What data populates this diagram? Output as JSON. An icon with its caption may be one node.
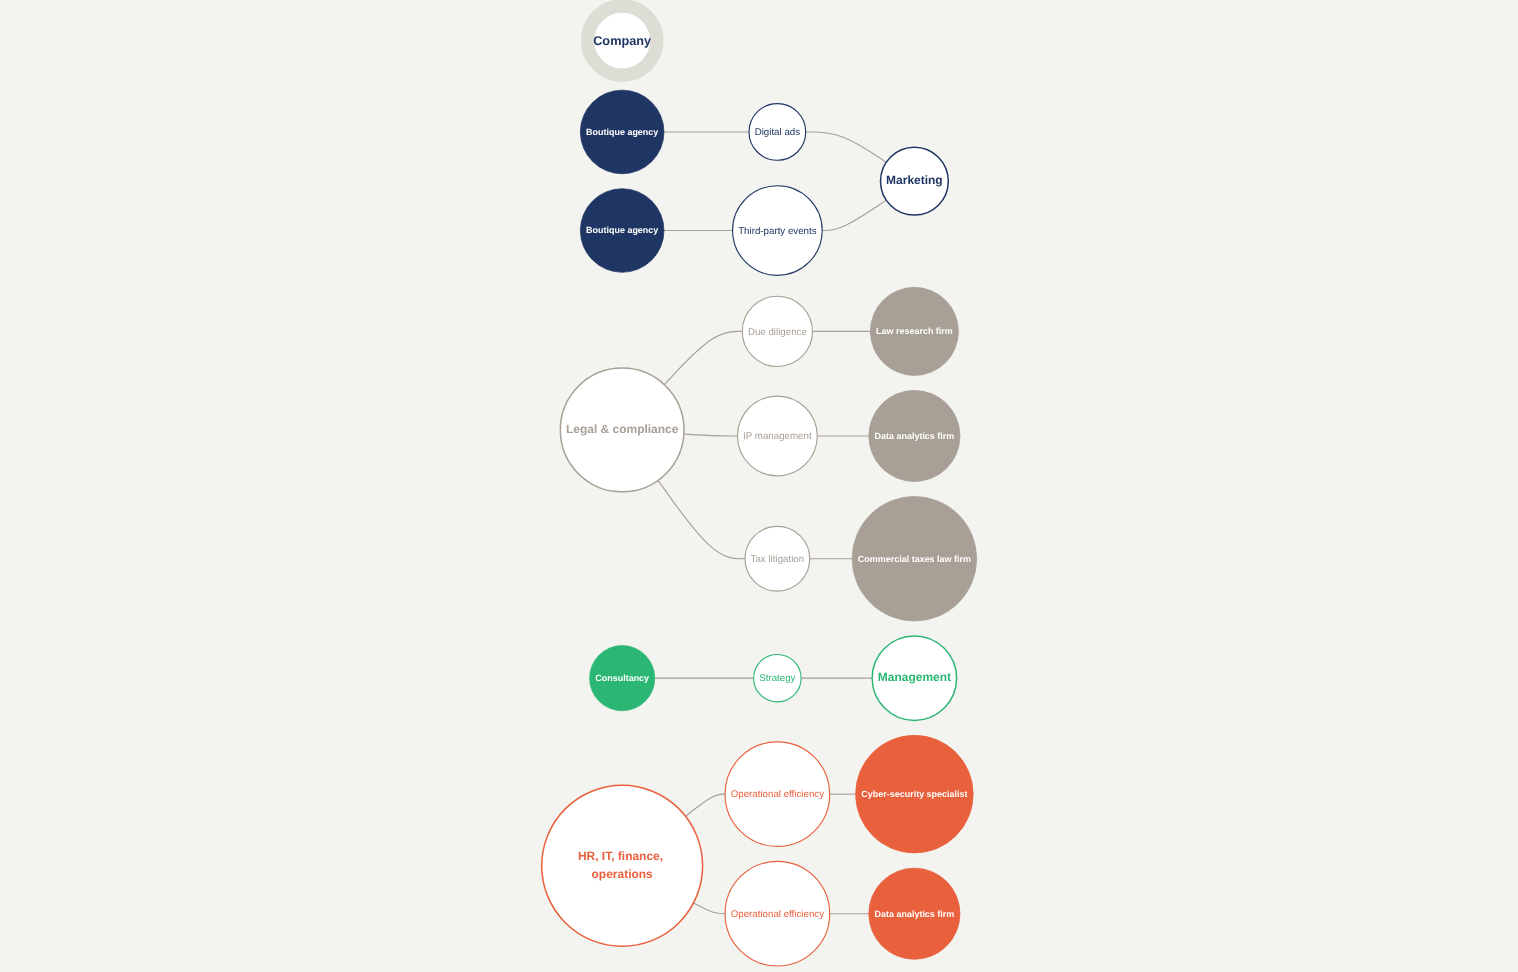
{
  "diagram": {
    "nodes": [
      {
        "text": [
          "Company"
        ]
      },
      {
        "text": [
          "Marketing"
        ]
      },
      {
        "text": [
          "Digital ads"
        ]
      },
      {
        "text": [
          "Third-party events"
        ]
      },
      {
        "text": [
          "Boutique agency"
        ]
      },
      {
        "text": [
          "Boutique agency"
        ]
      },
      {
        "text": [
          "Legal & compliance"
        ]
      },
      {
        "text": [
          "Due diligence"
        ]
      },
      {
        "text": [
          "IP management"
        ]
      },
      {
        "text": [
          "Tax litigation"
        ]
      },
      {
        "text": [
          "Law research firm"
        ]
      },
      {
        "text": [
          "Data analytics firm"
        ]
      },
      {
        "text": [
          "Commercial taxes law firm"
        ]
      },
      {
        "text": [
          "Management"
        ]
      },
      {
        "text": [
          "Strategy"
        ]
      },
      {
        "text": [
          "Consultancy"
        ]
      },
      {
        "text": [
          "HR, IT, finance, operations"
        ]
      },
      {
        "text": [
          "Operational efficiency"
        ]
      },
      {
        "text": [
          "Operational efficiency"
        ]
      },
      {
        "text": [
          "Cyber-security specialist"
        ]
      },
      {
        "text": [
          "Data analytics firm"
        ]
      }
    ],
    "edges": [
      {
        "from": 4,
        "to": 2,
        "arrow": "none"
      },
      {
        "from": 5,
        "to": 3,
        "arrow": "none"
      },
      {
        "from": 2,
        "to": 1,
        "arrow": "none"
      },
      {
        "from": 3,
        "to": 1,
        "arrow": "none"
      },
      {
        "from": 6,
        "to": 7,
        "arrow": "none"
      },
      {
        "from": 6,
        "to": 8,
        "arrow": "none"
      },
      {
        "from": 6,
        "to": 9,
        "arrow": "none"
      },
      {
        "from": 7,
        "to": 10,
        "arrow": "none"
      },
      {
        "from": 8,
        "to": 11,
        "arrow": "none"
      },
      {
        "from": 9,
        "to": 12,
        "arrow": "none"
      },
      {
        "from": 15,
        "to": 14,
        "arrow": "none"
      },
      {
        "from": 14,
        "to": 13,
        "arrow": "none"
      },
      {
        "from": 16,
        "to": 17,
        "arrow": "none"
      },
      {
        "from": 16,
        "to": 18,
        "arrow": "none"
      },
      {
        "from": 17,
        "to": 19,
        "arrow": "none"
      },
      {
        "from": 18,
        "to": 20,
        "arrow": "none"
      }
    ]
  }
}
